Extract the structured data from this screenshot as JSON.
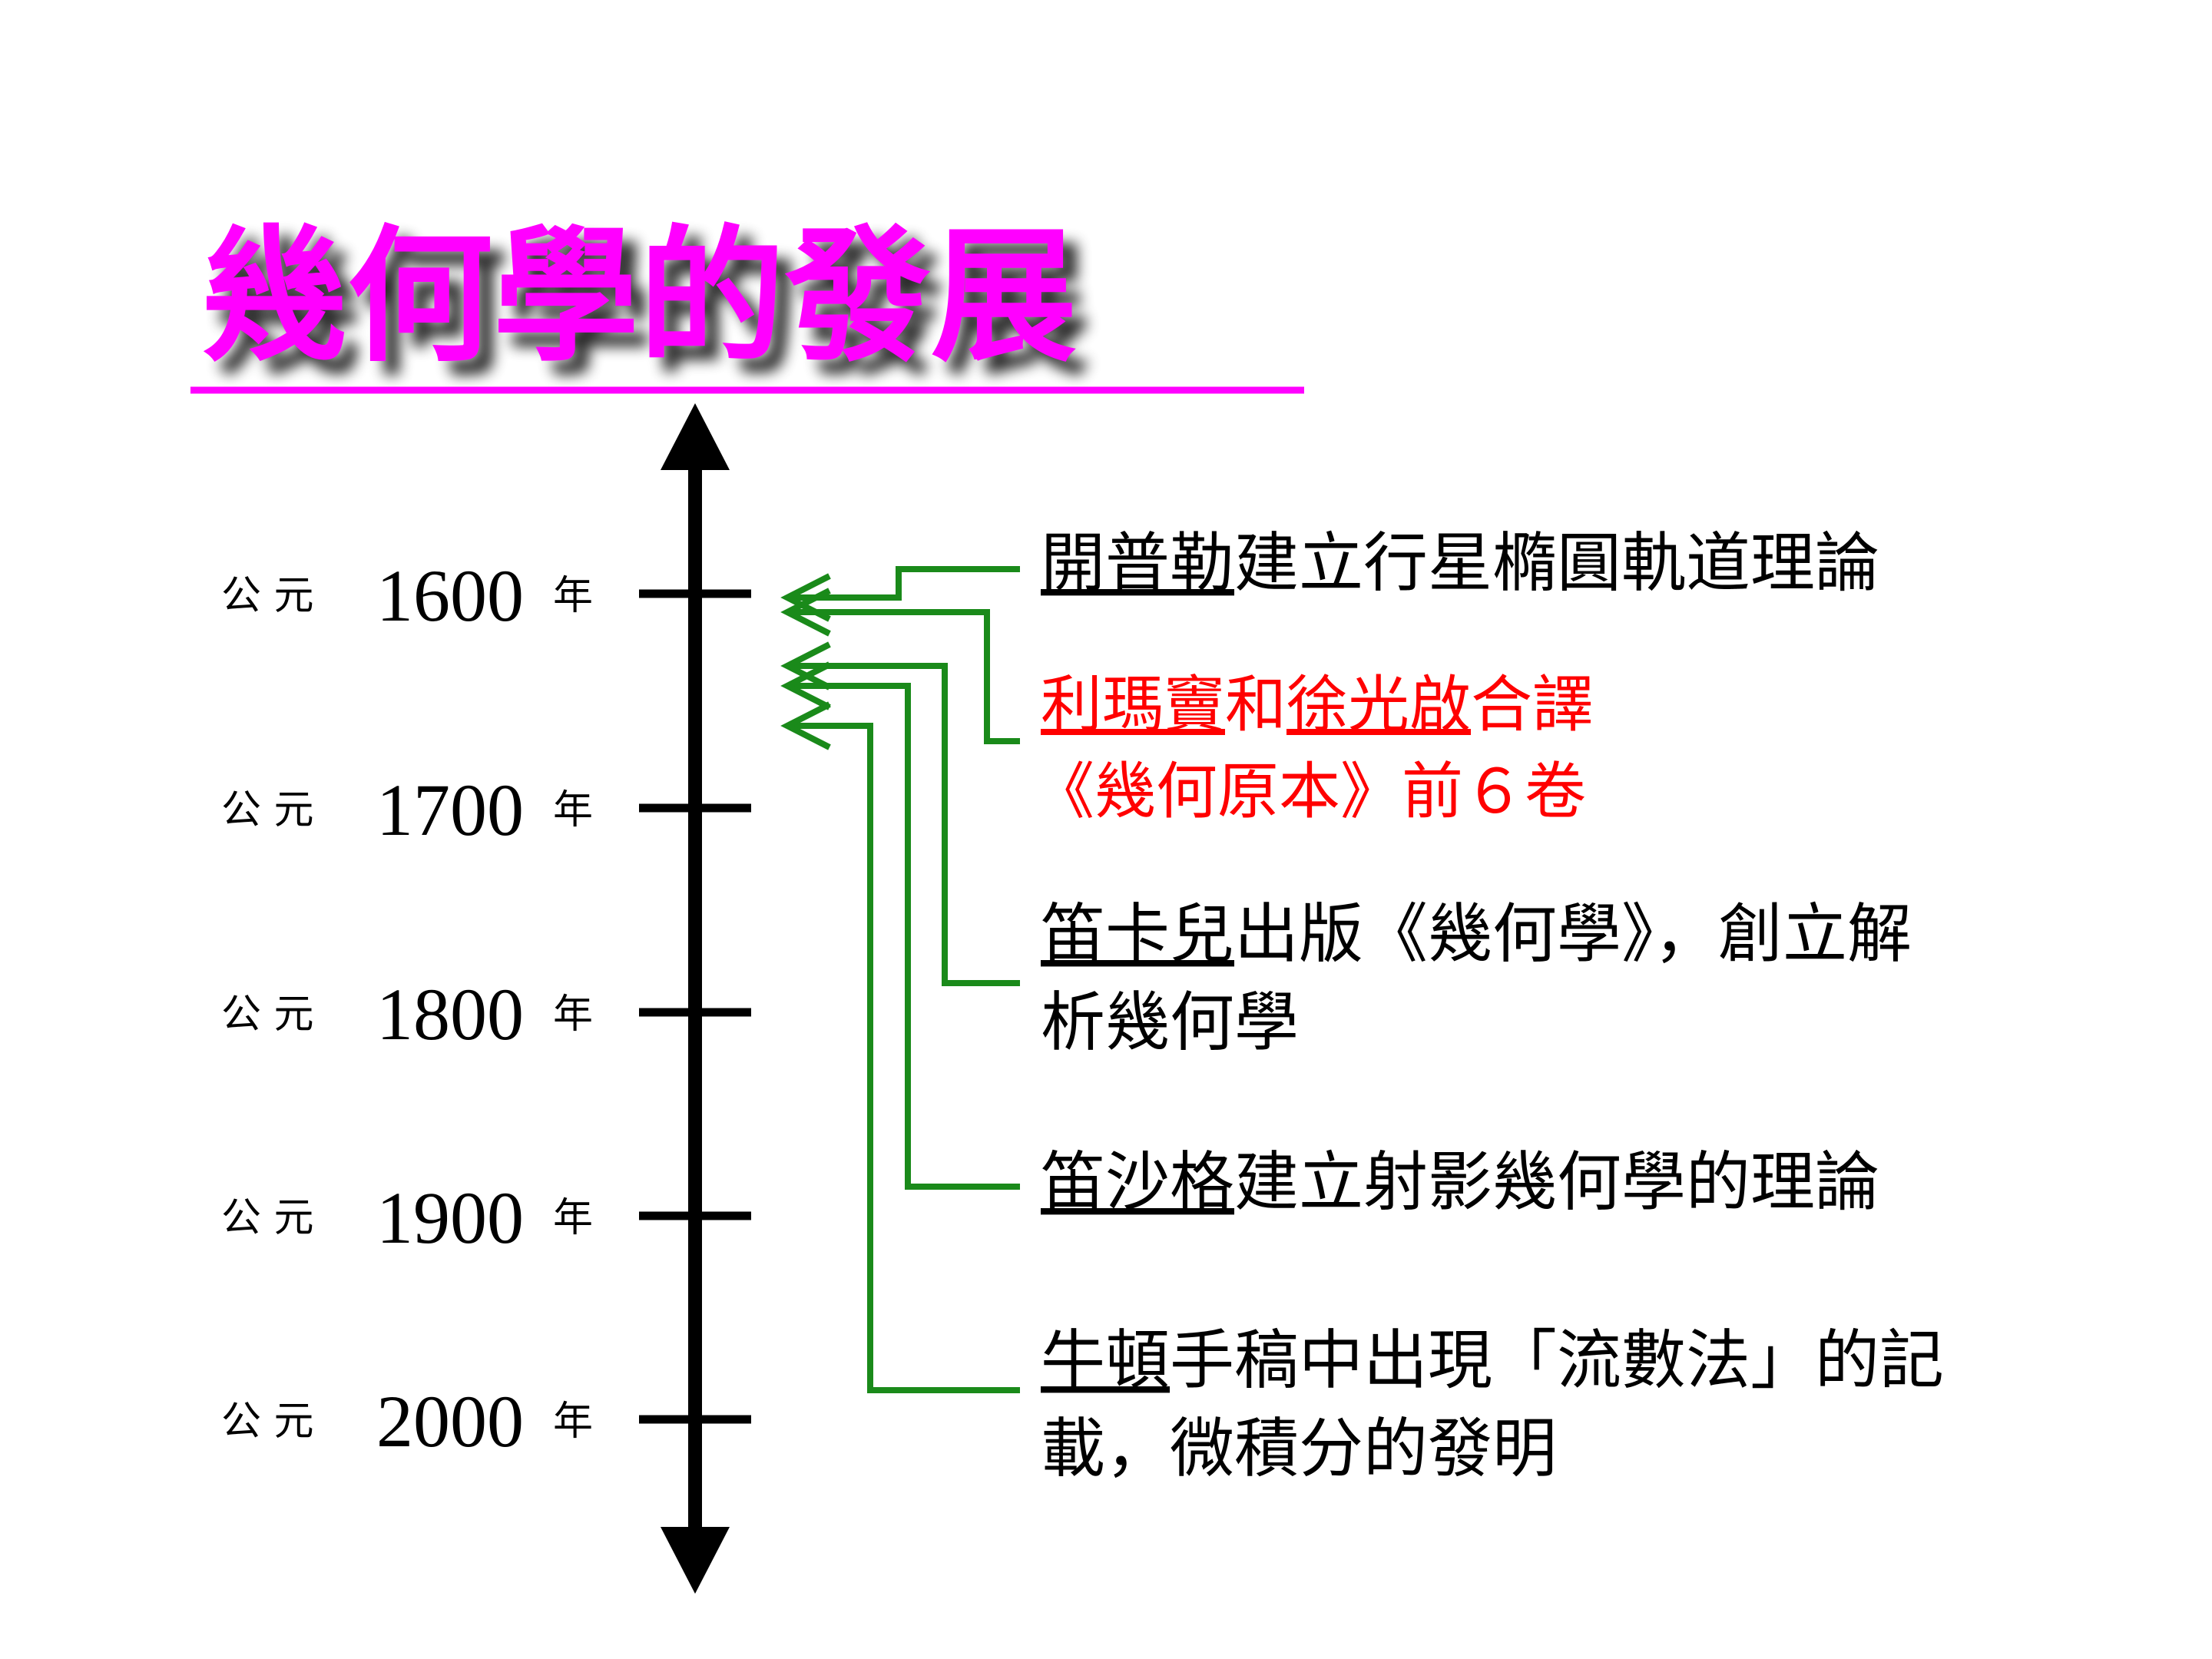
{
  "title": "幾何學的發展",
  "colors": {
    "title": "#ff00ff",
    "title_shadow": "#000000",
    "axis": "#000000",
    "connector": "#1a8a1a",
    "event_text": "#000000",
    "event_highlight": "#ff0000"
  },
  "timeline": {
    "years": [
      {
        "prefix": "公 元",
        "year": "1600",
        "suffix": "年"
      },
      {
        "prefix": "公 元",
        "year": "1700",
        "suffix": "年"
      },
      {
        "prefix": "公 元",
        "year": "1800",
        "suffix": "年"
      },
      {
        "prefix": "公 元",
        "year": "1900",
        "suffix": "年"
      },
      {
        "prefix": "公 元",
        "year": "2000",
        "suffix": "年"
      }
    ]
  },
  "events": [
    {
      "name": "開普勒",
      "text": "建立行星橢圓軌道理論",
      "continuation": ""
    },
    {
      "name": "利瑪竇",
      "connector": "和",
      "name2": "徐光啟",
      "text": "合譯",
      "continuation": "《幾何原本》前６卷"
    },
    {
      "name": "笛卡兒",
      "text": "出版《幾何學》，創立解",
      "continuation": "析幾何學"
    },
    {
      "name": "笛沙格",
      "text": "建立射影幾何學的理論",
      "continuation": ""
    },
    {
      "name": "牛頓",
      "text": "手稿中出現「流數法」的記",
      "continuation": "載，微積分的發明"
    }
  ]
}
